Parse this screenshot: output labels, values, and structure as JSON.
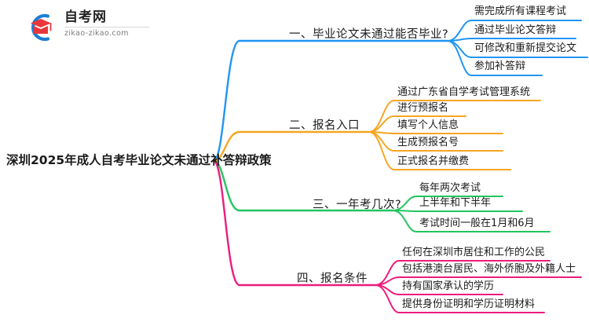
{
  "logo": {
    "name_cn": "自考网",
    "domain": "zikao-zikao.com",
    "mark_icon": "graduation-cap-icon",
    "arc_color": "#1a7fd4",
    "cap_color": "#e8373c"
  },
  "mindmap": {
    "root": "深圳2025年成人自考毕业论文未通过补答辩政策",
    "branches": [
      {
        "id": "branch-1",
        "label": "一、毕业论文未通过能否毕业?",
        "color": "#2196f3",
        "leaves": [
          "需完成所有课程考试",
          "通过毕业论文答辩",
          "可修改和重新提交论文",
          "参加补答辩"
        ]
      },
      {
        "id": "branch-2",
        "label": "二、报名入口",
        "color": "#f5a623",
        "leaves": [
          "通过广东省自学考试管理系统",
          "进行预报名",
          "填写个人信息",
          "生成预报名号",
          "正式报名并缴费"
        ]
      },
      {
        "id": "branch-3",
        "label": "三、一年考几次?",
        "color": "#22c55e",
        "leaves": [
          "每年两次考试",
          "上半年和下半年",
          "考试时间一般在1月和6月"
        ]
      },
      {
        "id": "branch-4",
        "label": "四、报名条件",
        "color": "#ec1c7d",
        "leaves": [
          "任何在深圳市居住和工作的公民",
          "包括港澳台居民、海外侨胞及外籍人士",
          "持有国家承认的学历",
          "提供身份证明和学历证明材料"
        ]
      }
    ]
  }
}
